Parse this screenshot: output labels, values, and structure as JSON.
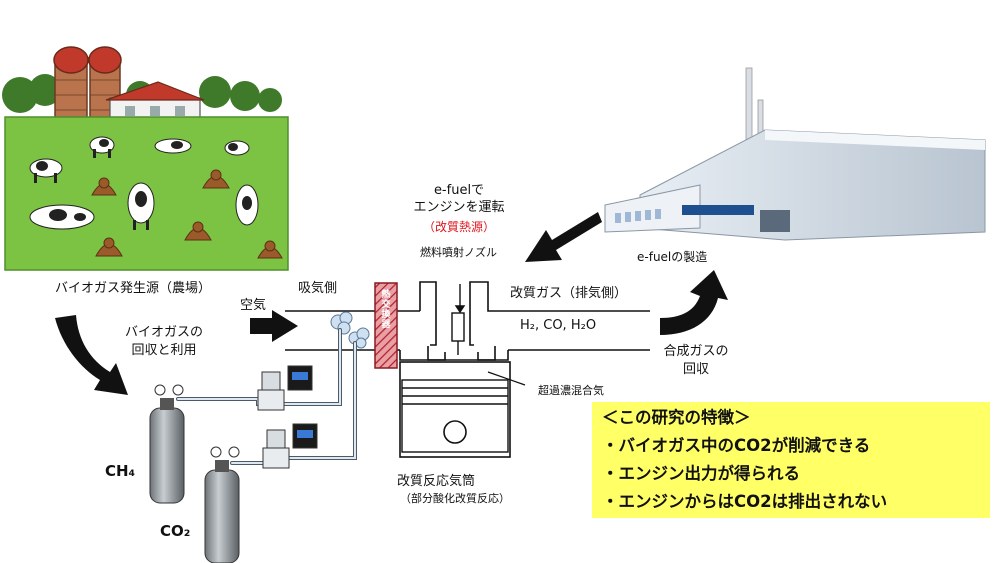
{
  "labels": {
    "farm_caption": "バイオガス発生源（農場）",
    "biogas_recovery": [
      "バイオガスの",
      "回収と利用"
    ],
    "air": "空気",
    "intake": "吸気側",
    "heat_exchanger": "熱交換器",
    "efuel_run": [
      "e-fuelで",
      "エンジンを運転"
    ],
    "reform_heat_source": "（改質熱源）",
    "nozzle": "燃料噴射ノズル",
    "reformed_gas": "改質ガス（排気側）",
    "gas_composition": "H₂, CO, H₂O",
    "rich_mixture": "超過濃混合気",
    "syngas_recovery": [
      "合成ガスの",
      "回収"
    ],
    "cylinder": "改質反応気筒",
    "partial_oxidation": "（部分酸化改質反応）",
    "efuel_production": "e-fuelの製造",
    "ch4": "CH₄",
    "co2": "CO₂"
  },
  "features": {
    "heading": "＜この研究の特徴＞",
    "items": [
      "・バイオガス中のCO2が削減できる",
      "・エンジン出力が得られる",
      "・エンジンからはCO2は排出されない"
    ]
  },
  "colors": {
    "grass": "#7cc243",
    "highlight": "#ffff66",
    "accent_red": "#e0141e",
    "arrow": "#111111",
    "heat_exchanger": "#c8323c"
  }
}
